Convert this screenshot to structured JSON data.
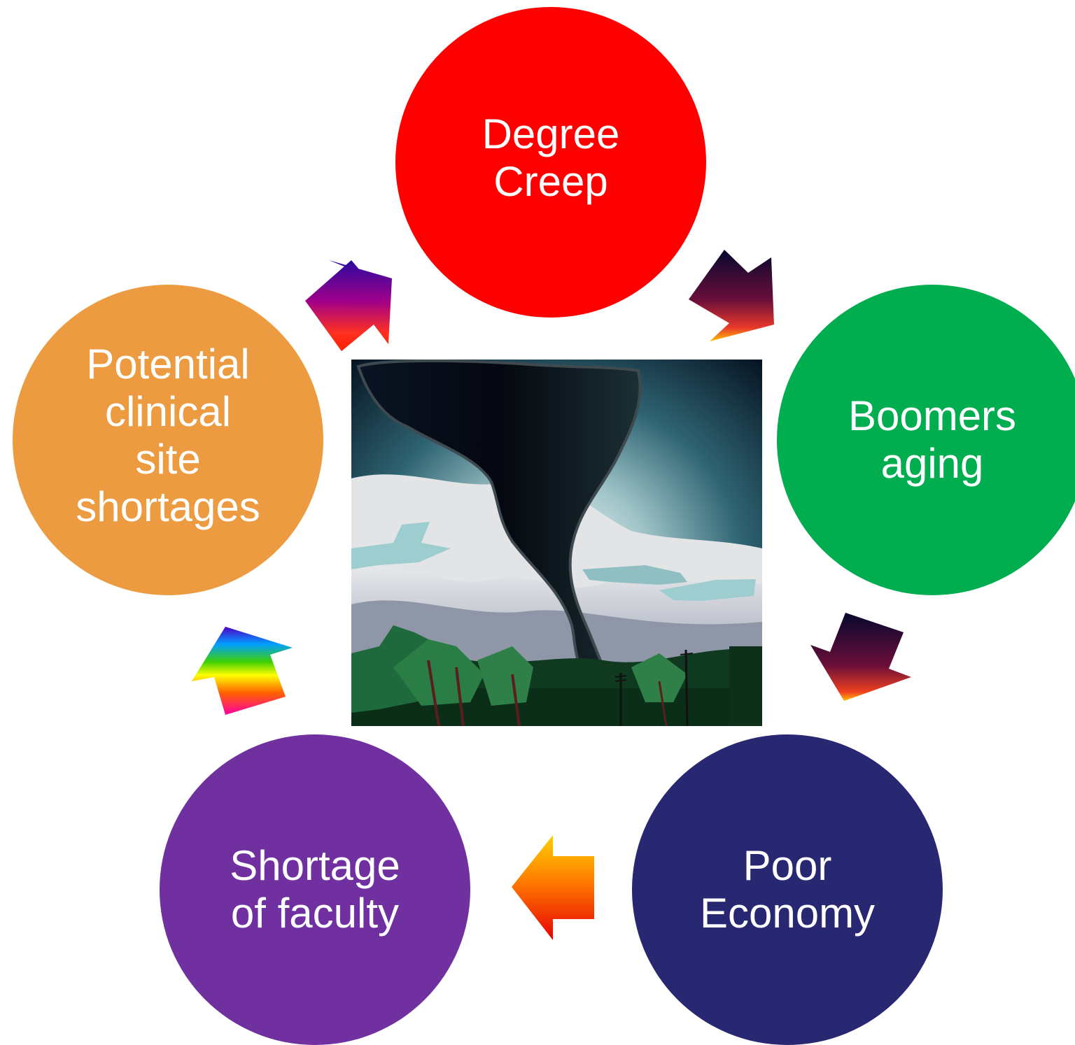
{
  "nodes": [
    {
      "id": "degree",
      "label": "Degree\nCreep",
      "color": "#ff0000"
    },
    {
      "id": "boomers",
      "label": "Boomers\naging",
      "color": "#00ad4f"
    },
    {
      "id": "economy",
      "label": "Poor\nEconomy",
      "color": "#282772"
    },
    {
      "id": "faculty",
      "label": "Shortage\nof faculty",
      "color": "#7030a0"
    },
    {
      "id": "clinical",
      "label": "Potential\nclinical\nsite\nshortages",
      "color": "#ed9b40"
    }
  ],
  "image": {
    "subject": "tornado-illustration"
  }
}
